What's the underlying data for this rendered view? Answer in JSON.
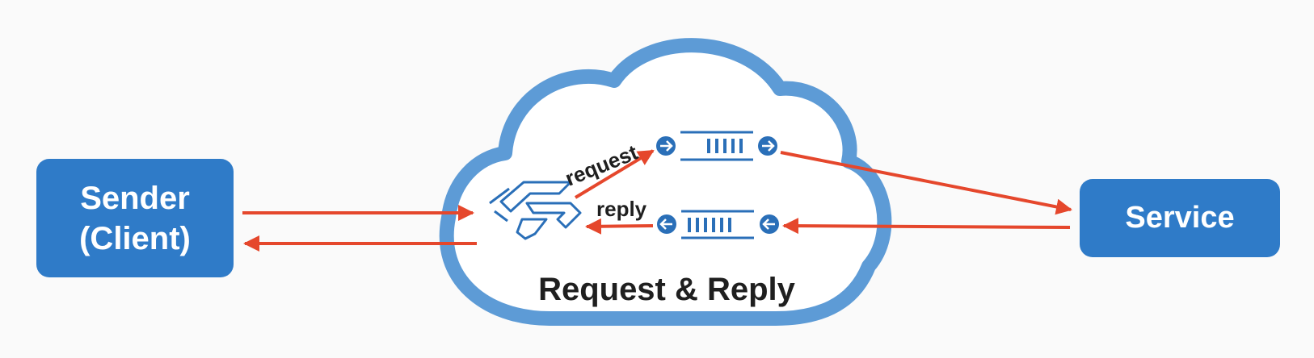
{
  "diagram": {
    "sender": {
      "label_line1": "Sender",
      "label_line2": "(Client)"
    },
    "service": {
      "label": "Service"
    },
    "cloud": {
      "title": "Request & Reply"
    },
    "request_label": "request",
    "reply_label": "reply"
  },
  "colors": {
    "box": "#2f7bc8",
    "cloud_stroke": "#5d9bd6",
    "arrow": "#e5472c",
    "queue": "#2a6fb8",
    "text_dark": "#1f1f1f"
  }
}
